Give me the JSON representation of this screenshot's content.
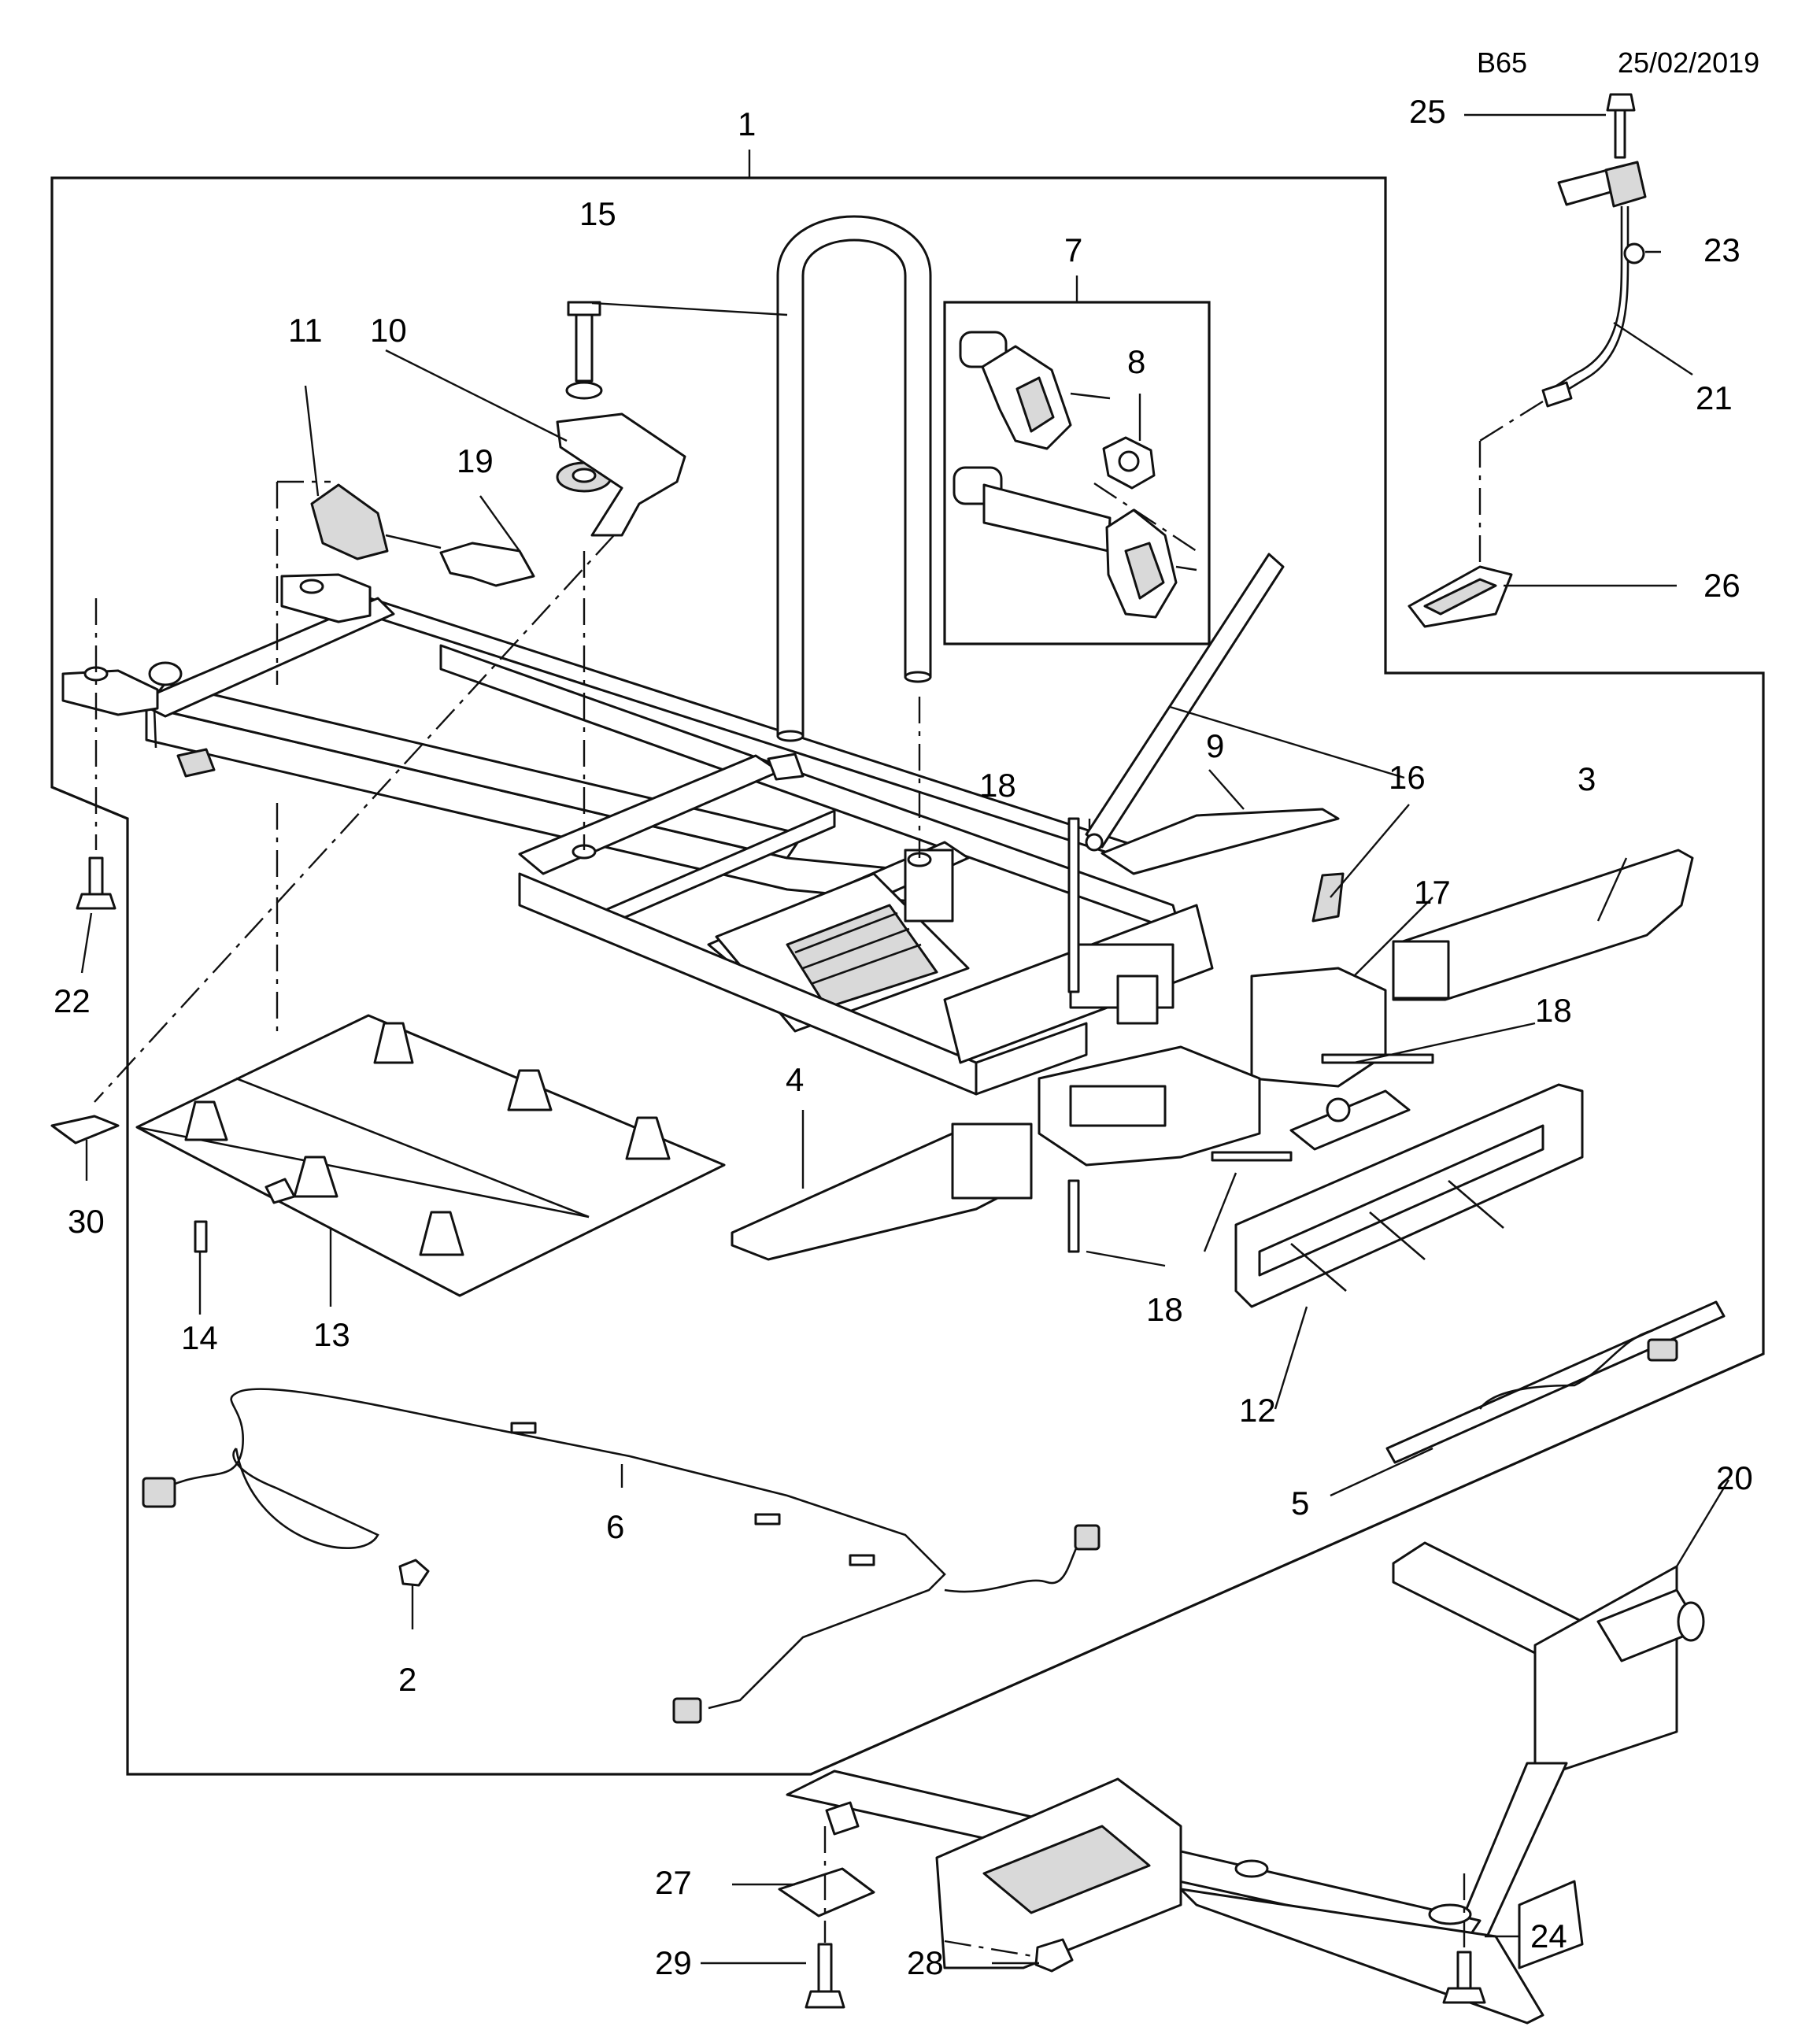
{
  "header": {
    "code": "B65",
    "date": "25/02/2019"
  },
  "callouts": [
    "1",
    "2",
    "3",
    "4",
    "5",
    "6",
    "7",
    "8",
    "9",
    "10",
    "11",
    "12",
    "13",
    "14",
    "15",
    "16",
    "17",
    "18",
    "18",
    "18",
    "19",
    "20",
    "21",
    "22",
    "23",
    "24",
    "25",
    "26",
    "27",
    "28",
    "29",
    "30"
  ]
}
